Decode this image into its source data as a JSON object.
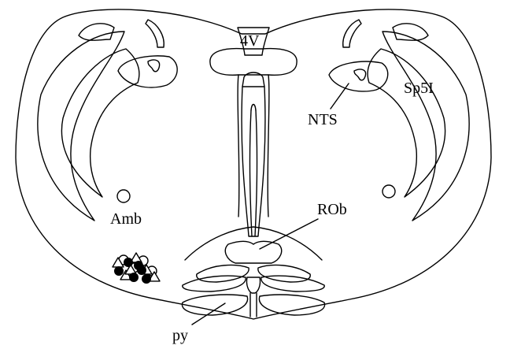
{
  "diagram": {
    "labels": {
      "fourth_ventricle": "4V",
      "nts": "NTS",
      "sp5i": "Sp5I",
      "amb": "Amb",
      "rob": "ROb",
      "py": "py"
    },
    "markers": {
      "filled_circles": 6,
      "open_circles": 4,
      "open_triangles": 6
    },
    "colors": {
      "line": "#000000",
      "background": "#ffffff"
    }
  }
}
